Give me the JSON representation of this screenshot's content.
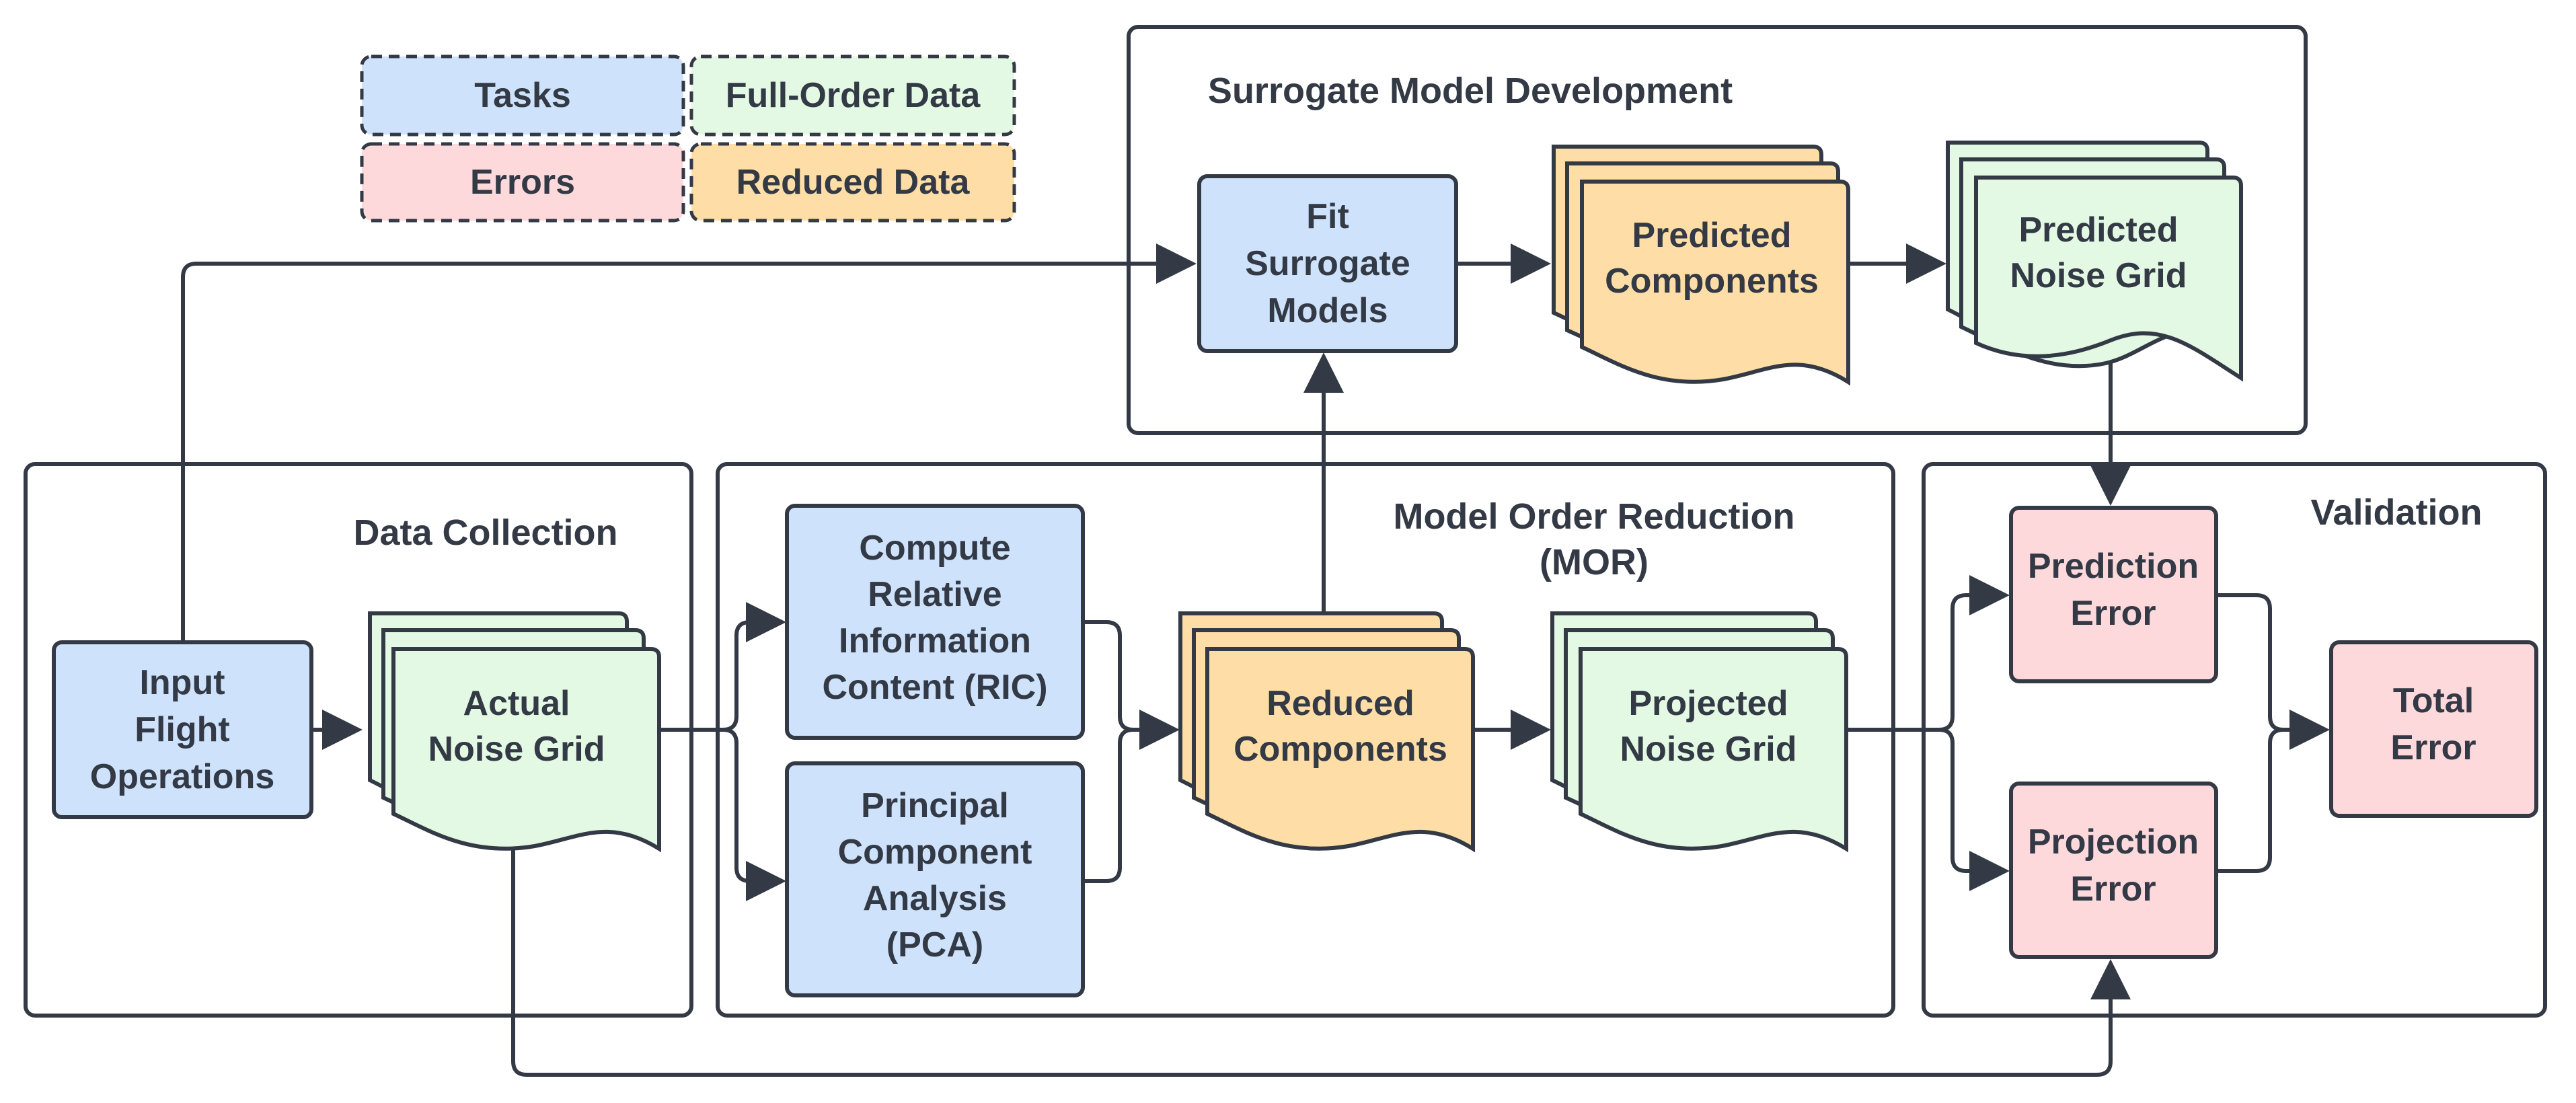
{
  "colors": {
    "task": "#cfe2fc",
    "full_order": "#e3f9e3",
    "error": "#fdd9dc",
    "reduced": "#fedea6",
    "stroke": "#333a45"
  },
  "legend": {
    "tasks": "Tasks",
    "full_order_data": "Full-Order Data",
    "errors": "Errors",
    "reduced_data": "Reduced Data"
  },
  "panels": {
    "surrogate": "Surrogate Model Development",
    "data_collection": "Data Collection",
    "mor_line1": "Model Order Reduction",
    "mor_line2": "(MOR)",
    "validation": "Validation"
  },
  "nodes": {
    "input_flight_operations": [
      "Input",
      "Flight",
      "Operations"
    ],
    "actual_noise_grid": [
      "Actual",
      "Noise Grid"
    ],
    "compute_ric": [
      "Compute",
      "Relative",
      "Information",
      "Content (RIC)"
    ],
    "pca": [
      "Principal",
      "Component",
      "Analysis",
      "(PCA)"
    ],
    "reduced_components": [
      "Reduced",
      "Components"
    ],
    "projected_noise_grid": [
      "Projected",
      "Noise Grid"
    ],
    "fit_surrogate_models": [
      "Fit",
      "Surrogate",
      "Models"
    ],
    "predicted_components": [
      "Predicted",
      "Components"
    ],
    "predicted_noise_grid": [
      "Predicted",
      "Noise Grid"
    ],
    "prediction_error": [
      "Prediction",
      "Error"
    ],
    "projection_error": [
      "Projection",
      "Error"
    ],
    "total_error": [
      "Total",
      "Error"
    ]
  }
}
